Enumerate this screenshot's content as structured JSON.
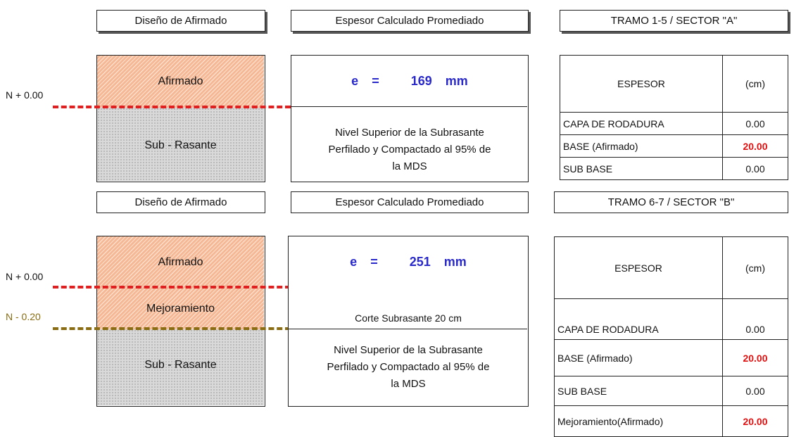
{
  "colors": {
    "afirmado": "#f6b894",
    "subrasante": "#d9d9d9",
    "e_text": "#2a2acc",
    "highlight": "#e01010",
    "level_red": "#e02020",
    "level_olive": "#8a6d12"
  },
  "sectorA": {
    "header_design": "Diseño de Afirmado",
    "header_thickness": "Espesor Calculado Promediado",
    "header_tramo": "TRAMO 1-5 / SECTOR \"A\"",
    "layer_afirmado": "Afirmado",
    "layer_subrasante": "Sub - Rasante",
    "level_top": "N + 0.00",
    "e_label": "e",
    "e_equals": "=",
    "e_value": "169",
    "e_unit": "mm",
    "desc_line1": "Nivel Superior de la Subrasante",
    "desc_line2": "Perfilado y Compactado al 95% de",
    "desc_line3": "la MDS",
    "table": {
      "col1": "ESPESOR",
      "col2": "(cm)",
      "rows": [
        {
          "label": "CAPA DE RODADURA",
          "value": "0.00"
        },
        {
          "label": "BASE (Afirmado)",
          "value": "20.00"
        },
        {
          "label": "SUB BASE",
          "value": "0.00"
        }
      ]
    }
  },
  "sectorB": {
    "header_design": "Diseño de Afirmado",
    "header_thickness": "Espesor Calculado Promediado",
    "header_tramo": "TRAMO 6-7 / SECTOR \"B\"",
    "layer_afirmado": "Afirmado",
    "layer_mejoramiento": "Mejoramiento",
    "layer_subrasante": "Sub - Rasante",
    "level_top": "N + 0.00",
    "level_cut": "N - 0.20",
    "e_label": "e",
    "e_equals": "=",
    "e_value": "251",
    "e_unit": "mm",
    "cut_text": "Corte Subrasante 20 cm",
    "desc_line1": "Nivel Superior de la Subrasante",
    "desc_line2": "Perfilado y Compactado al 95% de",
    "desc_line3": "la MDS",
    "table": {
      "col1": "ESPESOR",
      "col2": "(cm)",
      "rows": [
        {
          "label": "CAPA DE RODADURA",
          "value": "0.00"
        },
        {
          "label": "BASE (Afirmado)",
          "value": "20.00"
        },
        {
          "label": "SUB BASE",
          "value": "0.00"
        },
        {
          "label": "Mejoramiento(Afirmado)",
          "value": "20.00"
        }
      ]
    }
  }
}
